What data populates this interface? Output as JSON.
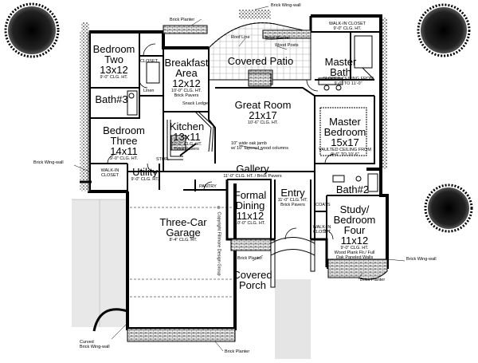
{
  "rooms": {
    "bedroom2": {
      "name_l1": "Bedroom",
      "name_l2": "Two",
      "dim": "13x12",
      "note": "9'-0\" CLG. HT.",
      "closet": "CLOSET"
    },
    "breakfast": {
      "name_l1": "Breakfast",
      "name_l2": "Area",
      "dim": "12x12",
      "note_l1": "10'-0\" CLG. HT.",
      "note_l2": "Brick Pavers"
    },
    "covered_patio": {
      "name": "Covered Patio"
    },
    "master_bath": {
      "name_l1": "Master",
      "name_l2": "Bath",
      "note_l1": "SLOPED CEILING FROM",
      "note_l2": "9'-0\" TO 11'-0\""
    },
    "walkin_top": {
      "line1": "WALK-IN CLOSET",
      "line2": "9'-0\" CLG. HT."
    },
    "bath3": {
      "name": "Bath#3",
      "linen": "Linen"
    },
    "snack_ledge": {
      "name": "Snack Ledge"
    },
    "great_room": {
      "name": "Great Room",
      "dim": "21x17",
      "note": "10'-6\" CLG. HT."
    },
    "kitchen": {
      "name": "Kitchen",
      "dim": "13x11",
      "note_l1": "10'-0\" CLG. HT.",
      "note_l2": "Brick Pavers"
    },
    "bedroom3": {
      "name_l1": "Bedroom",
      "name_l2": "Three",
      "dim": "14x11",
      "note": "9'-0\" CLG. HT."
    },
    "master_bedroom": {
      "name_l1": "Master",
      "name_l2": "Bedroom",
      "dim": "15x17",
      "note_l1": "VAULTED CEILING FROM",
      "note_l2": "9'-6\" TO 10'-6\""
    },
    "beam_note": {
      "line1": "10\" wide oak jamb",
      "line2": "w/ 10\" tapered wood columns"
    },
    "walkin_left": {
      "line1": "WALK-IN",
      "line2": "CLOSET"
    },
    "utility": {
      "name": "Utility",
      "note": "9'-0\" CLG. HT."
    },
    "gallery": {
      "name": "Gallery",
      "note": "11'-0\" CLG. HT. / Brick Pavers"
    },
    "stor": {
      "name": "STOR."
    },
    "pantry": {
      "name": "PANTRY"
    },
    "formal_dining": {
      "name_l1": "Formal",
      "name_l2": "Dining",
      "dim": "11x12",
      "note": "10'-0\" CLG. HT."
    },
    "entry": {
      "name": "Entry",
      "note_l1": "11'-0\" CLG. HT.",
      "note_l2": "Brick Pavers"
    },
    "bath2": {
      "name": "Bath#2"
    },
    "coats": {
      "name": "COATS"
    },
    "study": {
      "name_l1": "Study/",
      "name_l2": "Bedroom",
      "name_l3": "Four",
      "dim": "11x12",
      "note_l1": "9'-0\" CLG. HT.",
      "note_l2": "Wood Plank Flr./ Full",
      "note_l3": "Oak Paneled Walls"
    },
    "walkin_study": {
      "line1": "WALK-IN",
      "line2": "CLOSET"
    },
    "garage": {
      "name_l1": "Three-Car",
      "name_l2": "Garage",
      "note": "8'-4\" CLG. HT."
    },
    "covered_porch": {
      "name_l1": "Covered",
      "name_l2": "Porch"
    }
  },
  "annotations": {
    "brick_wing_wall_top": "Brick Wing-wall",
    "brick_planter_top_left": "Brick Planter",
    "brick_planter_top_center": "Brick Planter",
    "roof_line": "Roof Line",
    "wood_posts": "Wood Posts",
    "brick_wing_wall_left": "Brick Wing-wall",
    "brick_wing_wall_right": "Brick Wing-wall",
    "brick_planter_porch": "Brick Planter",
    "brick_planter_study": "Brick Planter",
    "copyright": "© Copyright Fillmore Design Group",
    "curved_wing_wall_l1": "Curved",
    "curved_wing_wall_l2": "Brick Wing-wall",
    "brick_planter_bottom": "Brick Planter"
  },
  "colors": {
    "ink": "#000000",
    "paper": "#ffffff",
    "tree": "#111111"
  }
}
